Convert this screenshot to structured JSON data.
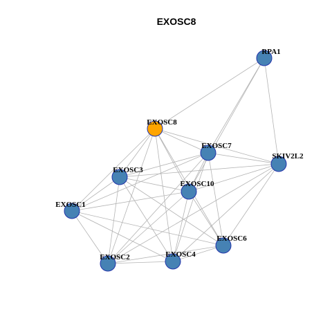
{
  "title": "EXOSC8",
  "colors": {
    "node_default": "#4682b4",
    "node_focus": "#ffa500",
    "node_border": "#2233aa",
    "edge": "#b3b3b3"
  },
  "nodes": [
    {
      "id": "EXOSC8",
      "label": "EXOSC8",
      "focus": true
    },
    {
      "id": "RPA1",
      "label": "RPA1",
      "focus": false
    },
    {
      "id": "EXOSC7",
      "label": "EXOSC7",
      "focus": false
    },
    {
      "id": "SKIV2L2",
      "label": "SKIV2L2",
      "focus": false
    },
    {
      "id": "EXOSC3",
      "label": "EXOSC3",
      "focus": false
    },
    {
      "id": "EXOSC10",
      "label": "EXOSC10",
      "focus": false
    },
    {
      "id": "EXOSC1",
      "label": "EXOSC1",
      "focus": false
    },
    {
      "id": "EXOSC6",
      "label": "EXOSC6",
      "focus": false
    },
    {
      "id": "EXOSC2",
      "label": "EXOSC2",
      "focus": false
    },
    {
      "id": "EXOSC4",
      "label": "EXOSC4",
      "focus": false
    }
  ],
  "edges": [
    [
      "RPA1",
      "EXOSC8"
    ],
    [
      "RPA1",
      "EXOSC7"
    ],
    [
      "RPA1",
      "SKIV2L2"
    ],
    [
      "RPA1",
      "EXOSC10"
    ],
    [
      "EXOSC8",
      "EXOSC7"
    ],
    [
      "EXOSC8",
      "SKIV2L2"
    ],
    [
      "EXOSC8",
      "EXOSC3"
    ],
    [
      "EXOSC8",
      "EXOSC10"
    ],
    [
      "EXOSC8",
      "EXOSC1"
    ],
    [
      "EXOSC8",
      "EXOSC6"
    ],
    [
      "EXOSC8",
      "EXOSC2"
    ],
    [
      "EXOSC8",
      "EXOSC4"
    ],
    [
      "EXOSC7",
      "SKIV2L2"
    ],
    [
      "EXOSC7",
      "EXOSC3"
    ],
    [
      "EXOSC7",
      "EXOSC10"
    ],
    [
      "EXOSC7",
      "EXOSC1"
    ],
    [
      "EXOSC7",
      "EXOSC6"
    ],
    [
      "EXOSC7",
      "EXOSC2"
    ],
    [
      "EXOSC7",
      "EXOSC4"
    ],
    [
      "SKIV2L2",
      "EXOSC3"
    ],
    [
      "SKIV2L2",
      "EXOSC10"
    ],
    [
      "SKIV2L2",
      "EXOSC6"
    ],
    [
      "SKIV2L2",
      "EXOSC2"
    ],
    [
      "SKIV2L2",
      "EXOSC4"
    ],
    [
      "EXOSC3",
      "EXOSC10"
    ],
    [
      "EXOSC3",
      "EXOSC1"
    ],
    [
      "EXOSC3",
      "EXOSC6"
    ],
    [
      "EXOSC3",
      "EXOSC2"
    ],
    [
      "EXOSC3",
      "EXOSC4"
    ],
    [
      "EXOSC10",
      "EXOSC1"
    ],
    [
      "EXOSC10",
      "EXOSC6"
    ],
    [
      "EXOSC10",
      "EXOSC2"
    ],
    [
      "EXOSC10",
      "EXOSC4"
    ],
    [
      "EXOSC1",
      "EXOSC6"
    ],
    [
      "EXOSC1",
      "EXOSC2"
    ],
    [
      "EXOSC1",
      "EXOSC4"
    ],
    [
      "EXOSC6",
      "EXOSC2"
    ],
    [
      "EXOSC6",
      "EXOSC4"
    ],
    [
      "EXOSC2",
      "EXOSC4"
    ]
  ]
}
